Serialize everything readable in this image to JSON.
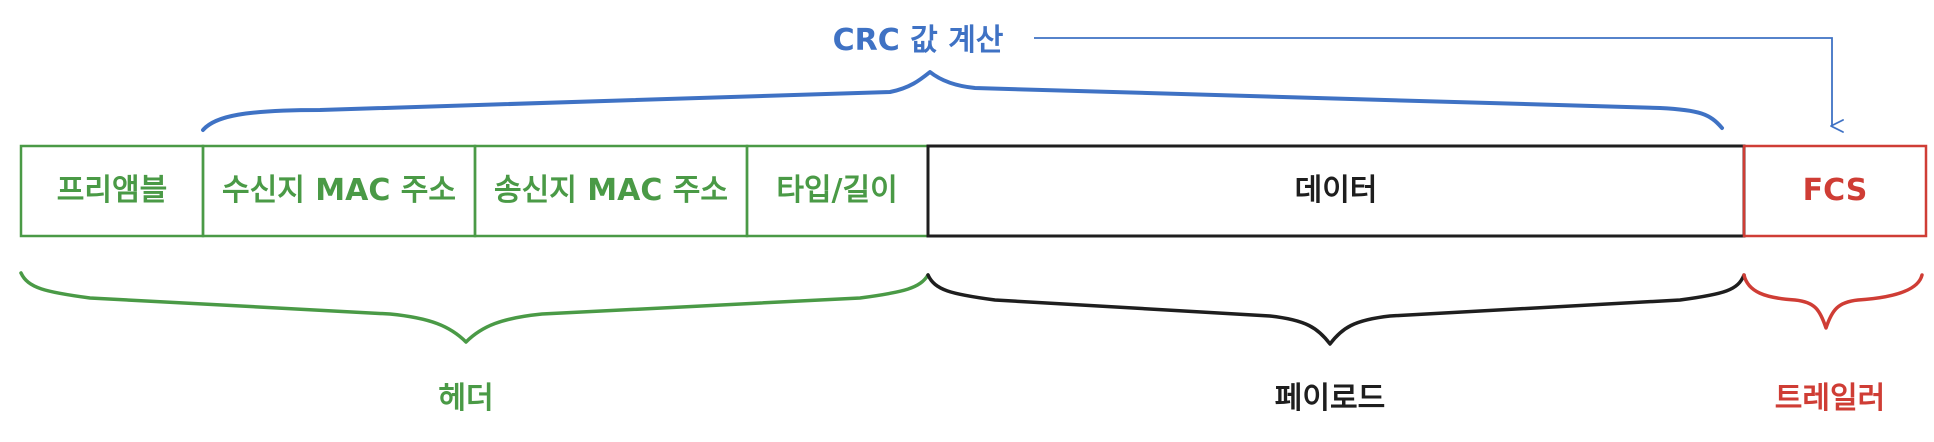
{
  "crc_label": "CRC 값 계산",
  "fields": [
    {
      "label": "프리앰블"
    },
    {
      "label": "수신지 MAC 주소"
    },
    {
      "label": "송신지 MAC 주소"
    },
    {
      "label": "타입/길이"
    },
    {
      "label": "데이터"
    },
    {
      "label": "FCS"
    }
  ],
  "groups": [
    {
      "label": "헤더"
    },
    {
      "label": "페이로드"
    },
    {
      "label": "트레일러"
    }
  ],
  "colors": {
    "header": "#4a9a46",
    "payload": "#1e1e1e",
    "trailer": "#cf3d35",
    "crc": "#3f72c4"
  }
}
